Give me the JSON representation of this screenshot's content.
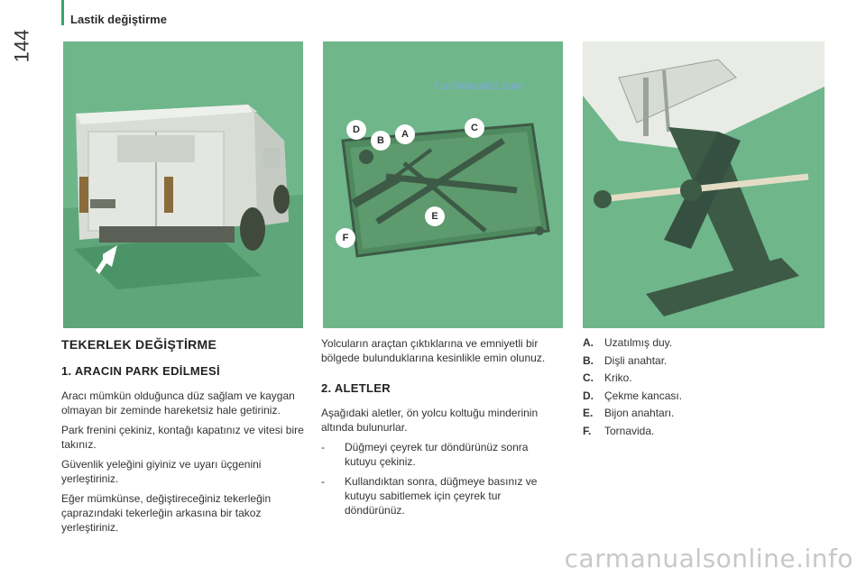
{
  "header": {
    "page_number": "144",
    "section_title": "Lastik değiştirme"
  },
  "illustrations": {
    "tool_labels": [
      "D",
      "B",
      "A",
      "C",
      "E",
      "F"
    ],
    "watermark": "CarManuals2.com",
    "colors": {
      "panel": "#6fb68b",
      "van": "#dfe2dd",
      "tool": "#3d5a46",
      "label_bg": "#ffffff",
      "label_text": "#2d2d2d"
    }
  },
  "column1": {
    "title": "TEKERLEK DEĞİŞTİRME",
    "subtitle": "1. ARACIN PARK EDİLMESİ",
    "paragraphs": [
      "Aracı mümkün olduğunca düz sağlam ve kaygan olmayan bir zeminde hareketsiz hale getiriniz.",
      "Park frenini çekiniz, kontağı kapatınız ve vitesi bire takınız.",
      "Güvenlik yeleğini giyiniz ve uyarı üçgenini yerleştiriniz.",
      "Eğer mümkünse, değiştireceğiniz tekerleğin çaprazındaki tekerleğin arkasına bir takoz yerleştiriniz."
    ]
  },
  "column2": {
    "intro": "Yolcuların araçtan çıktıklarına ve emniyetli bir bölgede bulunduklarına kesinlikle emin olunuz.",
    "title": "2. ALETLER",
    "sub": "Aşağıdaki aletler, ön yolcu koltuğu minderinin altında bulunurlar.",
    "steps": [
      {
        "dash": "-",
        "text": "Düğmeyi çeyrek tur döndürünüz sonra kutuyu çekiniz."
      },
      {
        "dash": "-",
        "text": "Kullandıktan sonra, düğmeye basınız ve kutuyu sabitlemek için çeyrek tur döndürünüz."
      }
    ]
  },
  "legend": [
    {
      "key": "A.",
      "text": "Uzatılmış duy."
    },
    {
      "key": "B.",
      "text": "Dişli anahtar."
    },
    {
      "key": "C.",
      "text": "Kriko."
    },
    {
      "key": "D.",
      "text": "Çekme kancası."
    },
    {
      "key": "E.",
      "text": "Bijon anahtarı."
    },
    {
      "key": "F.",
      "text": "Tornavida."
    }
  ],
  "footer": {
    "watermark": "carmanualsonline.info"
  }
}
